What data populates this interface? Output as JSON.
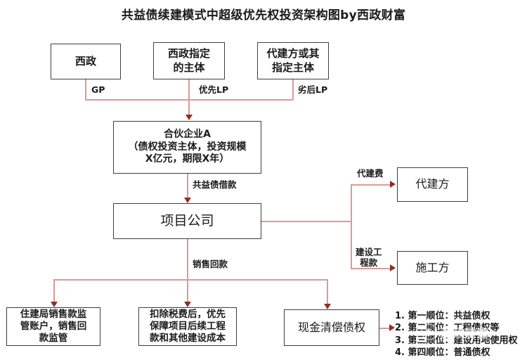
{
  "title": "共益债续建模式中超级优先权投资架构图by西政财富",
  "colors": {
    "connector": "#d89b96",
    "arrow_head": "#8e2f22",
    "box_border": "#3d3d3d",
    "text": "#1a1a1a",
    "background": "#ffffff"
  },
  "nodes": {
    "xizheng": "西政",
    "xz_entity": "西政指定\n的主体",
    "agent_entity": "代建方或其\n指定主体",
    "partnership": "合伙企业A\n（债权投资主体，投资规模\nX亿元，期限X年）",
    "project_co": "项目公司",
    "agent": "代建方",
    "contractor": "施工方",
    "escrow": "住建局销售款监\n管账户，销售回\n款监管",
    "tax": "扣除税费后，优先\n保障项目后续工程\n款和其他建设成本",
    "cash": "现金清偿债权"
  },
  "edge_labels": {
    "gp": "GP",
    "priority_lp": "优先LP",
    "subordinate_lp": "劣后LP",
    "public_benefit_loan": "共益债借款",
    "agent_fee": "代建费",
    "construction_payment": "建设工\n程款",
    "sales_proceeds": "销售回款"
  },
  "priority_list": [
    "1. 第一顺位：共益债权",
    "2. 第二顺位：工程债权等",
    "3. 第三顺位：建设用地使用权",
    "4. 第四顺位：普通债权"
  ],
  "watermark": {
    "text": "西政财富",
    "logo_icon": "circle-logo-icon"
  }
}
